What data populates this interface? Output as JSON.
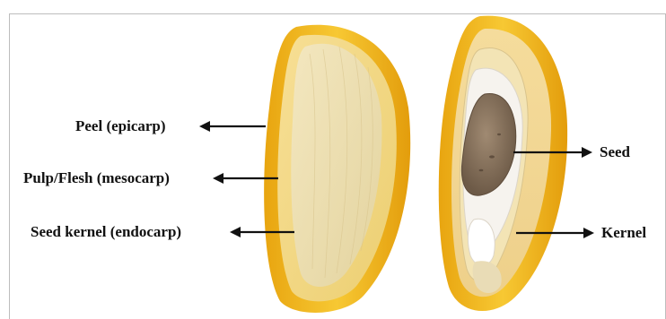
{
  "labels": {
    "peel": "Peel (epicarp)",
    "pulp": "Pulp/Flesh (mesocarp)",
    "seed_kernel": "Seed kernel (endocarp)",
    "seed": "Seed",
    "kernel": "Kernel"
  },
  "colors": {
    "peel": "#f2b81e",
    "pulp": "#f6db8a",
    "endocarp": "#efe3b8",
    "seed_coat": "#f4f1ea",
    "seed": "#8c7761",
    "arrow": "#111111"
  }
}
